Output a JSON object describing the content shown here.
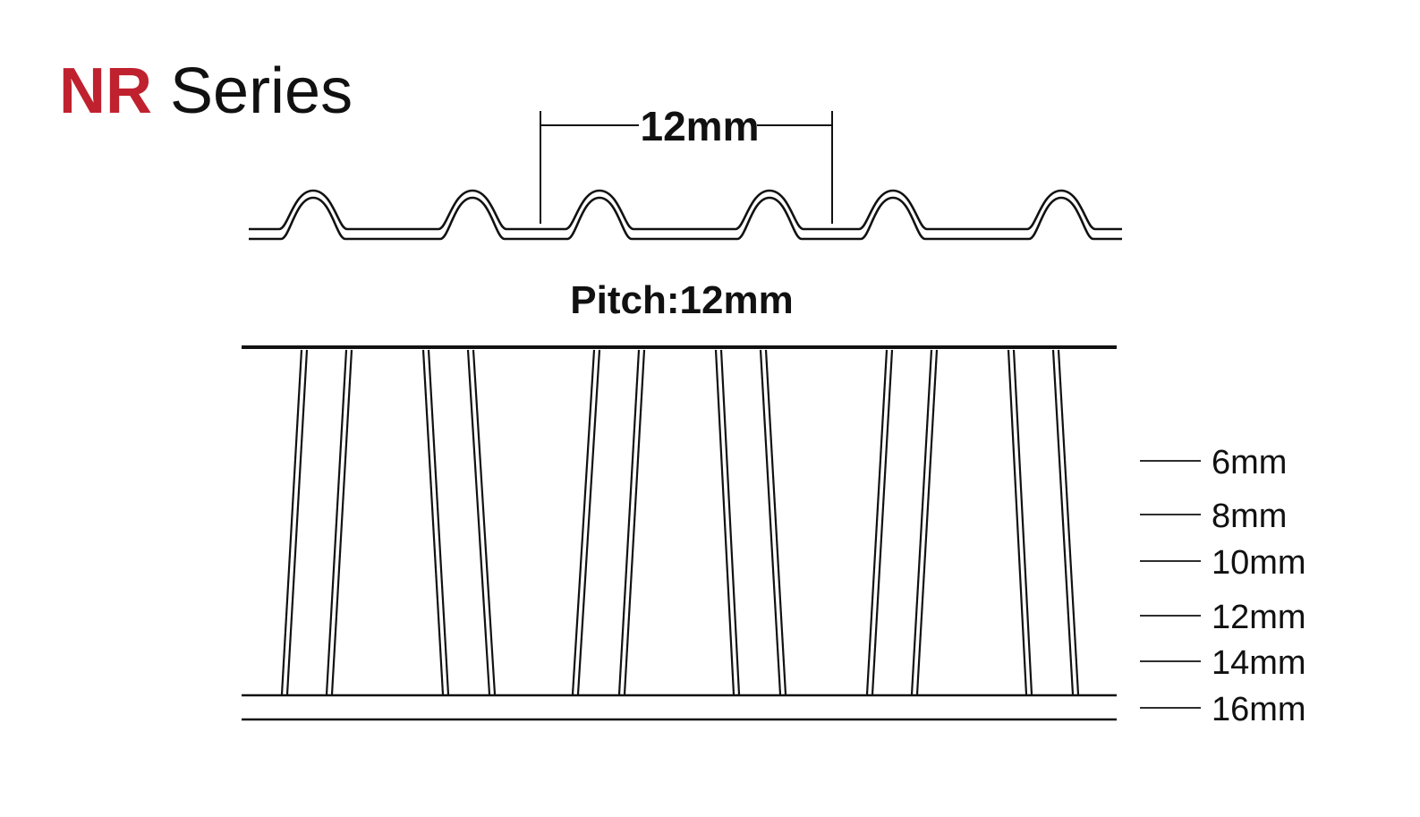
{
  "title": {
    "prefix": "NR",
    "suffix": "Series"
  },
  "pitch_dimension": "12mm",
  "pitch_label": "Pitch:12mm",
  "widths": [
    "6mm",
    "8mm",
    "10mm",
    "12mm",
    "14mm",
    "16mm"
  ],
  "colors": {
    "brand": "#c0212f",
    "ink": "#111111"
  }
}
